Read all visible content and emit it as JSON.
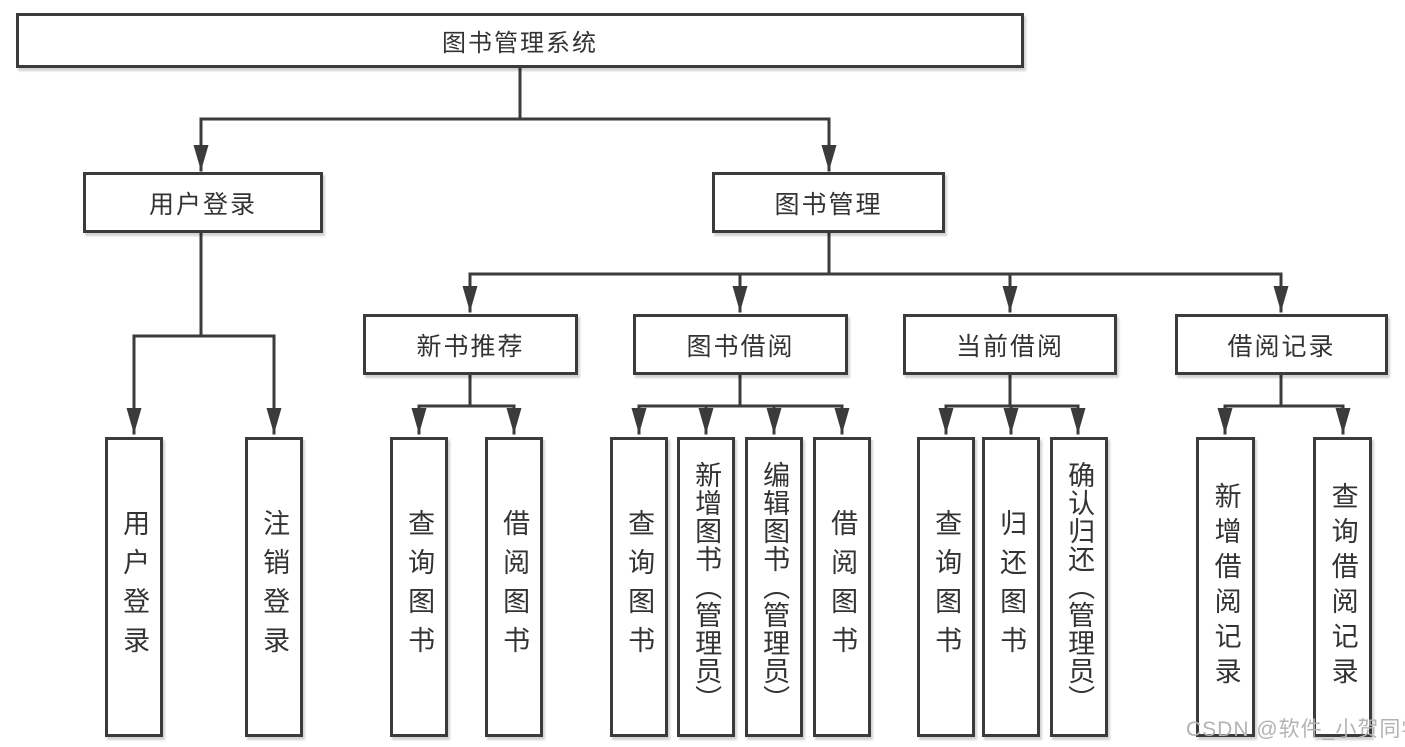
{
  "diagram": {
    "title": "图书管理系统",
    "level2": {
      "user_login": "用户登录",
      "book_mgmt": "图书管理"
    },
    "level3": {
      "new_books": "新书推荐",
      "book_borrow": "图书借阅",
      "current_borrow": "当前借阅",
      "borrow_records": "借阅记录"
    },
    "leaves": {
      "user_login": [
        "用户登录",
        "注销登录"
      ],
      "new_books": [
        "查询图书",
        "借阅图书"
      ],
      "book_borrow": [
        "查询图书",
        "新增图书（管理员）",
        "编辑图书（管理员）",
        "借阅图书"
      ],
      "current_borrow": [
        "查询图书",
        "归还图书",
        "确认归还（管理员）"
      ],
      "borrow_records": [
        "新增借阅记录",
        "查询借阅记录"
      ]
    }
  },
  "watermark": "CSDN @软件_小贺同学",
  "colors": {
    "line": "#3b3b3b",
    "text": "#333333",
    "watermark": "#b3b3b3",
    "background": "#ffffff"
  }
}
